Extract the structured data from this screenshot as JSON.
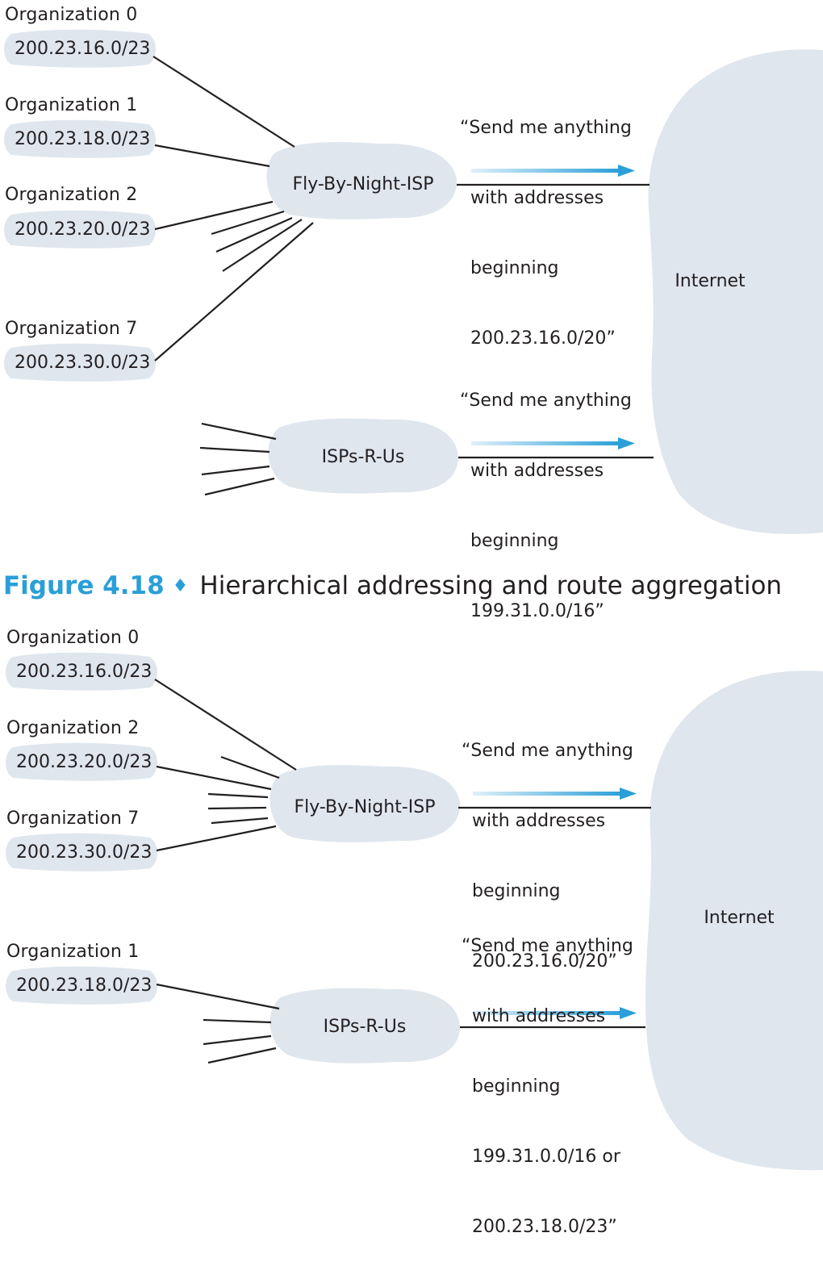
{
  "figure": {
    "number": "Figure 4.18",
    "separator": "♦",
    "title": "Hierarchical addressing and route aggregation"
  },
  "colors": {
    "cloud": "#dfe6ee",
    "arrow": "#2a9fd8",
    "line": "#231f20",
    "caption_accent": "#2a9fd8"
  },
  "top": {
    "orgs": [
      {
        "label": "Organization 0",
        "prefix": "200.23.16.0/23"
      },
      {
        "label": "Organization 1",
        "prefix": "200.23.18.0/23"
      },
      {
        "label": "Organization 2",
        "prefix": "200.23.20.0/23"
      },
      {
        "label": "Organization 7",
        "prefix": "200.23.30.0/23"
      }
    ],
    "isp1": "Fly-By-Night-ISP",
    "isp2": "ISPs-R-Us",
    "internet": "Internet",
    "ad1": [
      "“Send me anything",
      "with addresses",
      "beginning",
      "200.23.16.0/20”"
    ],
    "ad2": [
      "“Send me anything",
      "with addresses",
      "beginning",
      "199.31.0.0/16”"
    ]
  },
  "bottom": {
    "orgs": [
      {
        "label": "Organization 0",
        "prefix": "200.23.16.0/23"
      },
      {
        "label": "Organization 2",
        "prefix": "200.23.20.0/23"
      },
      {
        "label": "Organization 7",
        "prefix": "200.23.30.0/23"
      },
      {
        "label": "Organization 1",
        "prefix": "200.23.18.0/23"
      }
    ],
    "isp1": "Fly-By-Night-ISP",
    "isp2": "ISPs-R-Us",
    "internet": "Internet",
    "ad1": [
      "“Send me anything",
      "with addresses",
      "beginning",
      "200.23.16.0/20”"
    ],
    "ad2": [
      "“Send me anything",
      "with addresses",
      "beginning",
      "199.31.0.0/16 or",
      "200.23.18.0/23”"
    ]
  }
}
